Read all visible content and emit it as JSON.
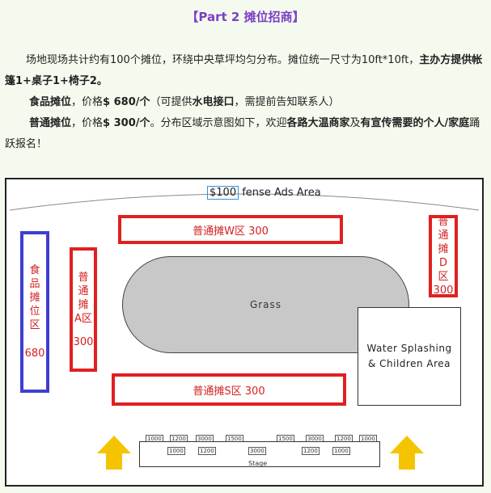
{
  "header": {
    "title": "【Part 2 摊位招商】"
  },
  "intro": {
    "p1_text": "场地现场共计约有100个摊位，环绕中央草坪均匀分布。摊位统一尺寸为10ft*10ft，",
    "p1_bold": "主办方提供帐篷1+桌子1+椅子2。",
    "food_label": "食品摊位",
    "food_price_prefix": "，价格",
    "food_price": "$ 680/个",
    "food_note_a": "（可提供",
    "food_note_b": "水电接口",
    "food_note_c": "，需提前告知联系人）",
    "regular_label": "普通摊位",
    "regular_price_prefix": "，价格",
    "regular_price": "$ 300/个",
    "regular_text_a": "。分布区域示意图如下，欢迎",
    "regular_text_b": "各路大温商家",
    "regular_text_c": "及",
    "regular_text_d": "有宣传需要的个人/家庭",
    "regular_text_e": "踊跃报名！"
  },
  "map": {
    "ads_price": "$100",
    "ads_text": " fense Ads Area",
    "zone_w": "普通摊W区 300",
    "zone_s": "普通摊S区 300",
    "zone_food_chars": [
      "食",
      "品",
      "摊",
      "位",
      "区"
    ],
    "zone_food_price": "680",
    "zone_a_chars": [
      "普",
      "通",
      "摊",
      "A区"
    ],
    "zone_a_price": "300",
    "zone_d_chars": [
      "普",
      "通",
      "摊",
      "D",
      "区"
    ],
    "zone_d_price": "300",
    "grass": "Grass",
    "water_line1": "Water Splashing",
    "water_line2": "& Children Area",
    "stage": "Stage",
    "booths_top": [
      "1000",
      "1200",
      "3000",
      "1500",
      "1500",
      "3000",
      "1200",
      "1000"
    ],
    "booths_bottom": [
      "1000",
      "1200",
      "3000",
      "1200",
      "1000"
    ],
    "arrow_color": "#f5c400",
    "red": "#e02020",
    "blue": "#3e3fd0"
  }
}
